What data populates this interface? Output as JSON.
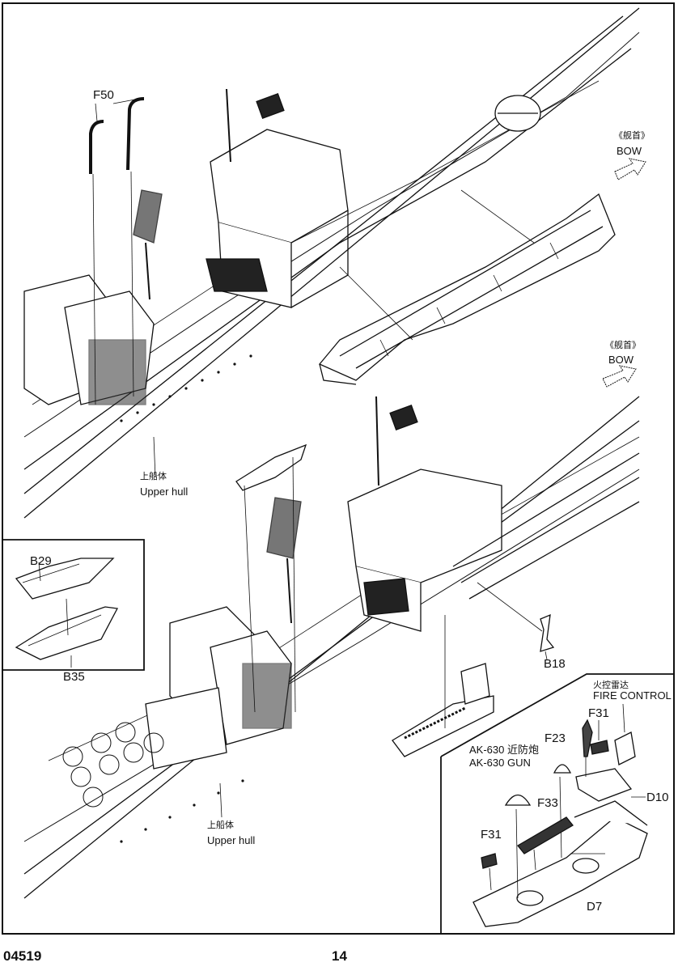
{
  "page": {
    "kit_number": "04519",
    "page_number": "14"
  },
  "labels": {
    "f50": "F50",
    "bow_top_cn": "《舰首》",
    "bow_top_en": "BOW",
    "bow_mid_cn": "《舰首》",
    "bow_mid_en": "BOW",
    "upper_hull_top_cn": "上船体",
    "upper_hull_top_en": "Upper hull",
    "upper_hull_bottom_cn": "上船体",
    "upper_hull_bottom_en": "Upper hull",
    "b29": "B29",
    "b35": "B35",
    "b18": "B18",
    "fire_control_cn": "火控雷达",
    "fire_control_en": "FIRE CONTROL",
    "f31_top": "F31",
    "f23": "F23",
    "ak630_cn": "AK-630  近防炮",
    "ak630_en": "AK-630 GUN",
    "f33": "F33",
    "f31_bottom": "F31",
    "d10": "D10",
    "d7": "D7"
  },
  "icons": {
    "bow_arrow": "direction-arrow-icon"
  }
}
